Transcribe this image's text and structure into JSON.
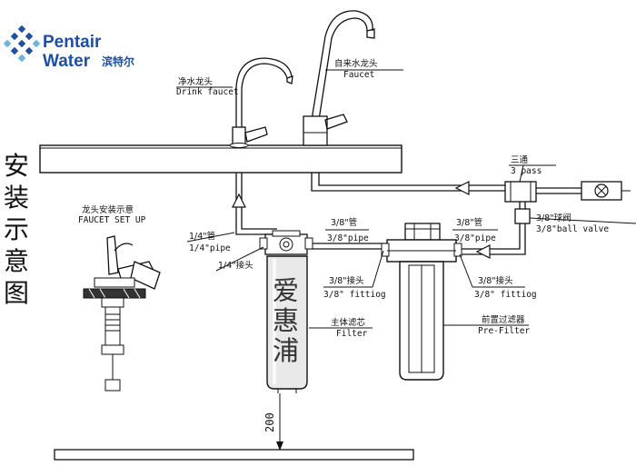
{
  "brand": {
    "name_line1": "Pentair",
    "name_line2": "Water",
    "name_cn": "滨特尔",
    "color": "#1d4fa3"
  },
  "title_vertical": [
    "安",
    "装",
    "示",
    "意",
    "图"
  ],
  "labels": {
    "drink_faucet_cn": "净水龙头",
    "drink_faucet_en": "Drink faucet",
    "faucet_cn": "自来水龙头",
    "faucet_en": "Faucet",
    "three_pass_cn": "三通",
    "three_pass_en": "3 pass",
    "faucet_setup_cn": "龙头安装示意",
    "faucet_setup_en": "FAUCET SET UP",
    "quarter_pipe_cn": "1/4\"管",
    "quarter_pipe_en": "1/4\"pipe",
    "quarter_fitting_cn": "1/4\"接头",
    "three8_pipe_left_cn": "3/8\"管",
    "three8_pipe_left_en": "3/8\"pipe",
    "three8_pipe_right_cn": "3/8\"管",
    "three8_pipe_right_en": "3/8\"pipe",
    "ball_valve_cn": "3/8\"球阀",
    "ball_valve_en": "3/8\"ball valve",
    "fitting_left_cn": "3/8\"接头",
    "fitting_left_en": "3/8\" fittiog",
    "fitting_right_cn": "3/8\"接头",
    "fitting_right_en": "3/8\" fittiog",
    "main_filter_cn": "主体滤芯",
    "main_filter_en": "Filter",
    "pre_filter_cn": "前置过滤器",
    "pre_filter_en": "Pre-Filter",
    "filter_name": [
      "爱",
      "惠",
      "浦"
    ],
    "dimension": "200"
  },
  "icons": {
    "logo": "pentair-logo-icon",
    "valve": "ball-valve-icon",
    "flow": "flow-arrow-icon"
  }
}
